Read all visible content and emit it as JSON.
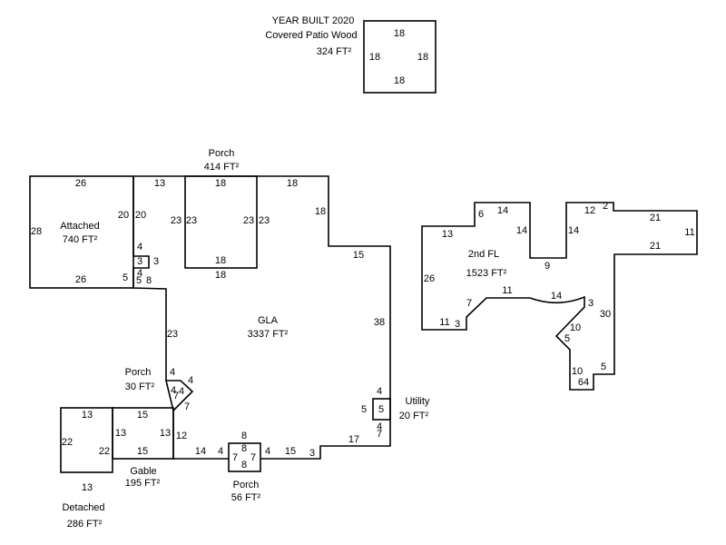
{
  "patio": {
    "year": "YEAR BUILT 2020",
    "name": "Covered Patio Wood",
    "area": "324 FT²",
    "dims": [
      "18",
      "18",
      "18",
      "18"
    ]
  },
  "attached": {
    "name": "Attached",
    "area": "740 FT²",
    "dims": [
      "26",
      "28",
      "20",
      "26",
      "5"
    ]
  },
  "gla": {
    "name": "GLA",
    "area": "3337 FT²",
    "dims": [
      "13",
      "20",
      "18",
      "18",
      "15",
      "38",
      "4",
      "3",
      "3",
      "4",
      "5",
      "8",
      "23",
      "4",
      "12",
      "14",
      "4",
      "4",
      "15",
      "3",
      "17",
      "5"
    ]
  },
  "porch_top": {
    "name": "Porch",
    "area": "414 FT²",
    "dims": [
      "18",
      "23",
      "23",
      "23",
      "23",
      "18",
      "18"
    ]
  },
  "porch_small": {
    "name": "Porch",
    "area": "30 FT²",
    "dims": [
      "4",
      "7",
      "4",
      "4",
      "7"
    ]
  },
  "gable": {
    "name": "Gable",
    "area": "195 FT²",
    "dims": [
      "15",
      "13",
      "13",
      "15"
    ]
  },
  "detached": {
    "name": "Detached",
    "area": "286 FT²",
    "dims": [
      "13",
      "22",
      "22",
      "13"
    ]
  },
  "porch_front": {
    "name": "Porch",
    "area": "56 FT²",
    "dims": [
      "8",
      "8",
      "7",
      "7",
      "8"
    ]
  },
  "utility": {
    "name": "Utility",
    "area": "20 FT²",
    "dims": [
      "4",
      "5",
      "4",
      "7"
    ]
  },
  "second_floor": {
    "name": "2nd FL",
    "area": "1523 FT²",
    "dims": [
      "13",
      "6",
      "14",
      "14",
      "9",
      "14",
      "12",
      "2",
      "21",
      "11",
      "21",
      "30",
      "5",
      "10",
      "64",
      "5",
      "10",
      "3",
      "14",
      "11",
      "7",
      "11",
      "3",
      "26"
    ]
  }
}
